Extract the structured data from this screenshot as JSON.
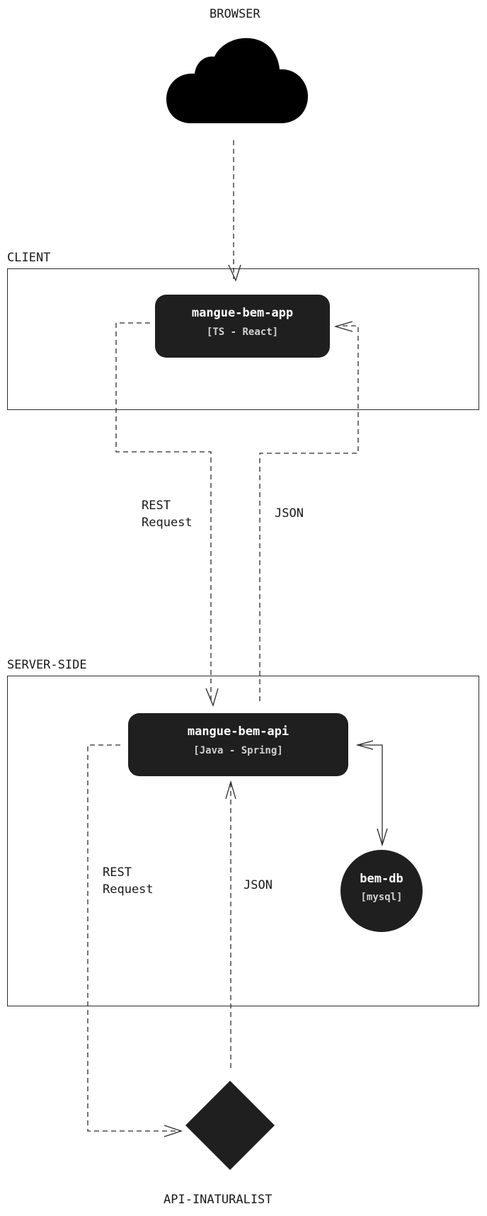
{
  "browser": {
    "label": "BROWSER",
    "icon": "cloud-icon"
  },
  "client": {
    "label": "CLIENT",
    "app": {
      "name": "mangue-bem-app",
      "tech": "[TS - React]"
    }
  },
  "flows_top": {
    "request": "REST\nRequest",
    "response": "JSON"
  },
  "server": {
    "label": "SERVER-SIDE",
    "api": {
      "name": "mangue-bem-api",
      "tech": "[Java - Spring]"
    },
    "db": {
      "name": "bem-db",
      "tech": "[mysql]"
    },
    "request": "REST\nRequest",
    "response": "JSON"
  },
  "external": {
    "label": "API-INATURALIST",
    "icon": "diamond-icon"
  },
  "colors": {
    "node_fill": "#1f1f1f",
    "line": "#2b2b2b",
    "tech_text": "#cfcfcf"
  }
}
